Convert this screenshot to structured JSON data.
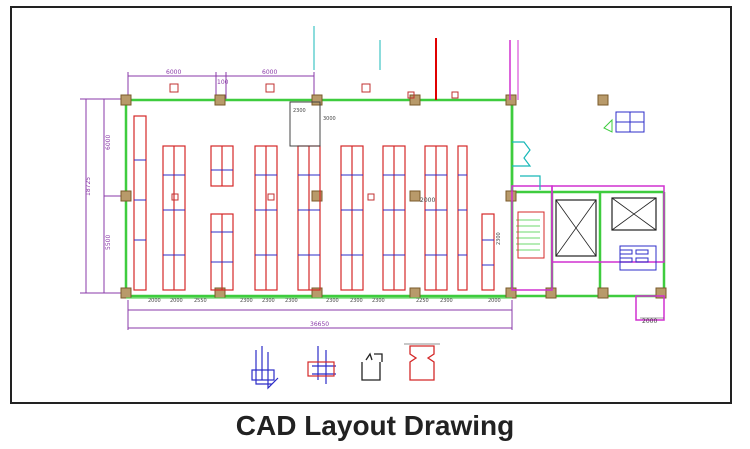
{
  "caption": "CAD Layout Drawing",
  "dimensions": {
    "span_top_left": "6000",
    "span_top_right": "6000",
    "span_top_gap": "100",
    "height_total": "18725",
    "height_top": "6000",
    "height_bottom": "5500",
    "width_total": "36650",
    "bottom_dims": [
      "2000",
      "2000",
      "2550",
      "2300",
      "2300",
      "2300",
      "2300",
      "2300",
      "2300",
      "2250",
      "2300",
      "2000"
    ],
    "aisle_2000": "2000",
    "box_3000": "3000",
    "box_2300": "2300",
    "corner_2000": "2000",
    "col_2300": "2300"
  },
  "colors": {
    "wall": "#3ecc3e",
    "rack_red": "#d42828",
    "rack_blue": "#2c2cc8",
    "dim_purple": "#8a3aa8",
    "column_fill": "#b89a6a",
    "magenta": "#d030d0",
    "cyan": "#18b8b8",
    "red_line": "#e00000",
    "grid_marker": "#c03030"
  }
}
